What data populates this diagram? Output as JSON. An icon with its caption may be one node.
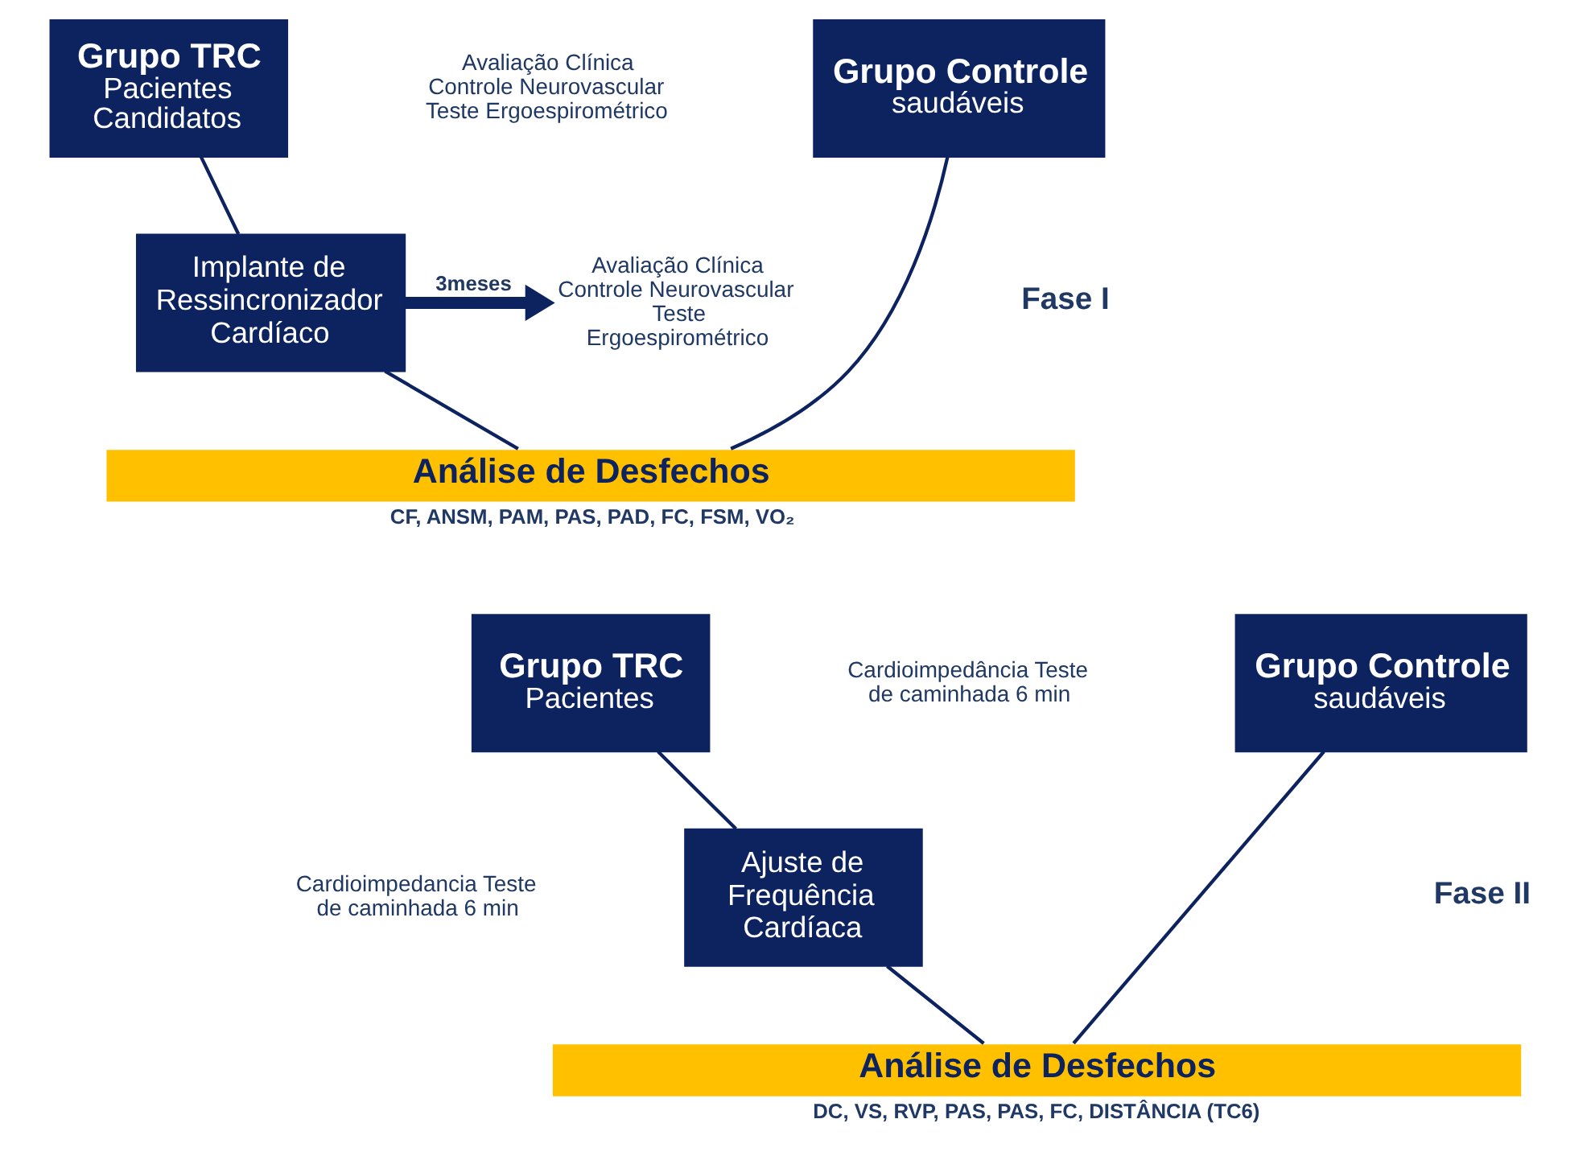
{
  "diagram": {
    "nodes": [
      {
        "text": [
          "Grupo TRC",
          "Pacientes Candidatos"
        ]
      },
      {
        "text": [
          "Grupo Controle",
          "saudáveis"
        ]
      },
      {
        "text": [
          "Implante de Ressincronizador Cardíaco"
        ]
      },
      {
        "text": [
          "Análise de Desfechos"
        ],
        "beside": [
          "CF, ANSM, PAM, PAS, PAD, FC, FSM, VO₂"
        ]
      },
      {
        "text": [
          "Avaliação Clínica Controle Neurovascular Teste Ergoespirométrico"
        ]
      },
      {
        "text": [
          "Grupo TRC",
          "Pacientes"
        ]
      },
      {
        "text": [
          "Grupo Controle",
          "saudáveis"
        ]
      },
      {
        "text": [
          "Ajuste de Frequência Cardíaca"
        ]
      },
      {
        "text": [
          "Análise de Desfechos"
        ],
        "beside": [
          "DC, VS, RVP, PAS, PAS, FC, DISTÂNCIA (TC6)"
        ]
      }
    ],
    "edges": [
      {
        "from": 0,
        "to": 2,
        "arrow": "none"
      },
      {
        "from": 2,
        "to": 3,
        "arrow": "none"
      },
      {
        "from": 1,
        "to": 3,
        "arrow": "none"
      },
      {
        "from": 2,
        "to": 4,
        "arrow": "to",
        "label": "3meses",
        "style": "thick"
      },
      {
        "from": 5,
        "to": 7,
        "arrow": "none"
      },
      {
        "from": 7,
        "to": 8,
        "arrow": "none"
      },
      {
        "from": 6,
        "to": 8,
        "arrow": "none"
      }
    ],
    "labels": [
      "Avaliação Clínica Controle Neurovascular Teste Ergoespirométrico",
      "Fase I",
      "Cardioimpedância Teste de caminhada 6 min",
      "Fase II",
      "Cardioimpedancia Teste de caminhada 6 min"
    ]
  }
}
